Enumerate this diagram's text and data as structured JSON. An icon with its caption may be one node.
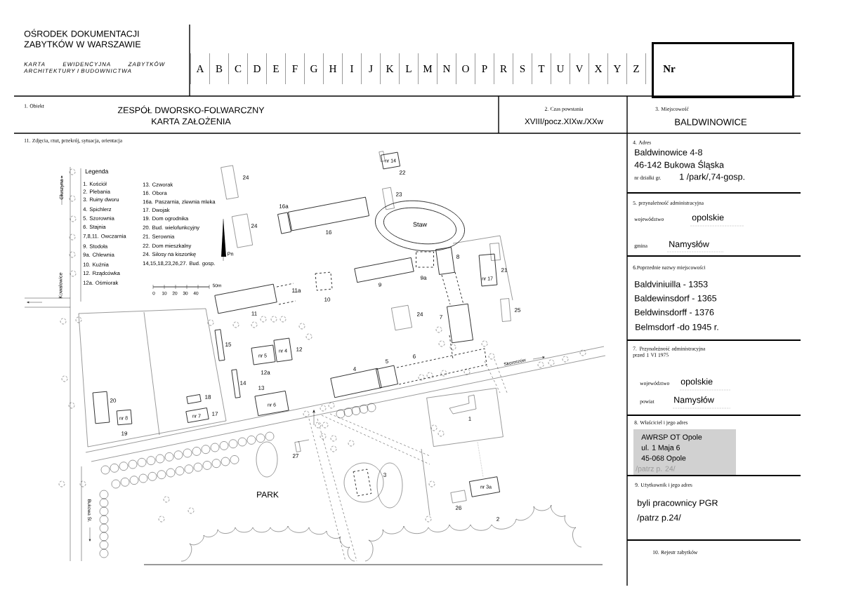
{
  "diagram": {
    "nodes": [
      {
        "text": [
          "OŚRODEK DOKUMENTACJI ZABYTKÓW W WARSZAWIE",
          "KARTA EWIDENCYJNA ZABYTKÓW ARCHITEKTURY I BUDOWNICTWA"
        ]
      },
      {
        "text": [
          "Nr"
        ]
      },
      {
        "text": [
          "1. Obiekt",
          "ZESPÓŁ DWORSKO-FOLWARCZNY",
          "KARTA ZAŁOŻENIA"
        ]
      },
      {
        "text": [
          "2. Czas powstania",
          "XVIII/pocz.XIXw./XXw"
        ]
      },
      {
        "text": [
          "3. Miejscowość",
          "BALDWINOWICE"
        ]
      },
      {
        "text": [
          "4. Adres",
          "Baldwinowice 4-8",
          "46-142 Bukowa Śląska",
          "nr działki gr.",
          "1 /park/,74-gosp."
        ]
      },
      {
        "text": [
          "5. przynależność administracyjna",
          "województwo",
          "opolskie",
          "gmina",
          "Namysłów"
        ]
      },
      {
        "text": [
          "6.Poprzednie nazwy miejscowości",
          "Baldviniuilla - 1353",
          "Baldewinsdorf - 1365",
          "Beldwinsdorff - 1376",
          "Belmsdorf -do 1945 r."
        ]
      },
      {
        "text": [
          "7. Przynależność administracyjna przed 1 VI 1975",
          "województwo",
          "opolskie",
          "powiat",
          "Namysłów"
        ]
      },
      {
        "text": [
          "8. Właściciel i jego adres",
          "AWRSP OT Opole",
          "ul. 1 Maja 6",
          "45-068 Opole",
          "/patrz p. 24/"
        ]
      },
      {
        "text": [
          "9. Użytkownik i jego adres",
          "byli pracownicy PGR",
          "/patrz p.24/"
        ]
      },
      {
        "text": [
          "10. Rejestr zabytków"
        ]
      },
      {
        "text": [
          "11. Zdjęcia, rzut, przekrój, sytuacja, orientacja"
        ]
      }
    ],
    "labels": [
      "A",
      "B",
      "C",
      "D",
      "E",
      "F",
      "G",
      "H",
      "I",
      "J",
      "K",
      "L",
      "M",
      "N",
      "O",
      "P",
      "R",
      "S",
      "T",
      "U",
      "V",
      "X",
      "Y",
      "Z",
      "Legenda",
      "1. Kościół",
      "2. Plebania",
      "3. Ruiny dworu",
      "4. Spichlerz",
      "5. Szorownia",
      "6. Stajnia",
      "7,8,11. Owczarnia",
      "9. Stodoła",
      "9a. Chlewnia",
      "10. Kuźnia",
      "12. Rządcówka",
      "12a. Ośmiorak",
      "13. Czworak",
      "16. Obora",
      "16a. Paszarnia, zlewnia mleka",
      "17. Dwojak",
      "19. Dom ogrodnika",
      "20. Bud. wielofunkcyjny",
      "21. Serownia",
      "22. Dom mieszkalny",
      "24. Silosy na kiszonkę",
      "14,15,18,23,26,27. Bud. gosp.",
      "0",
      "10",
      "20",
      "30",
      "40",
      "50m",
      "Pn",
      "Głuszyna",
      "Kowalowice",
      "Skoroszów",
      "Bukowa Śl.",
      "24",
      "24",
      "16a",
      "16",
      "nr 14",
      "22",
      "23",
      "Staw",
      "8",
      "9a",
      "9",
      "10",
      "11a",
      "11",
      "nr 17",
      "21",
      "25",
      "24",
      "7",
      "15",
      "nr 5",
      "12a",
      "nr 4",
      "12",
      "14",
      "13",
      "nr 6",
      "18",
      "nr 7",
      "17",
      "20",
      "nr 8",
      "19",
      "4",
      "5",
      "6",
      "1",
      "3",
      "27",
      "nr 3a",
      "2",
      "26",
      "PARK"
    ]
  }
}
